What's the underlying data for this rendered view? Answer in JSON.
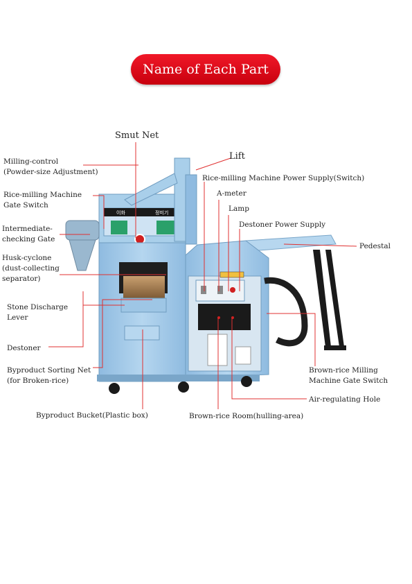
{
  "banner": {
    "title": "Name of Each Part"
  },
  "labels": {
    "smut_net": "Smut Net",
    "lift": "Lift",
    "milling_control": "Milling-control\n(Powder-size Adjustment)",
    "rice_milling_gate": "Rice-milling Machine\nGate Switch",
    "intermediate_gate": "Intermediate-\nchecking Gate",
    "husk_cyclone": "Husk-cyclone\n(dust-collecting\nseparator)",
    "stone_discharge": "Stone Discharge\nLever",
    "destoner": "Destoner",
    "byproduct_net": "Byproduct Sorting Net\n(for Broken-rice)",
    "byproduct_bucket": "Byproduct Bucket(Plastic box)",
    "power_supply": "Rice-milling Machine Power Supply(Switch)",
    "a_meter": "A-meter",
    "lamp": "Lamp",
    "destoner_power": "Destoner Power Supply",
    "pedestal": "Pedestal",
    "brown_rice_gate": "Brown-rice Milling\nMachine Gate Switch",
    "air_hole": "Air-regulating Hole",
    "brown_rice_room": "Brown-rice Room(hulling-area)"
  },
  "machine": {
    "brand_text": "이화",
    "model_text": "정미기"
  },
  "colors": {
    "banner": "#e0101e",
    "machine_body": "#a9cfea",
    "machine_dark": "#6f9cc0",
    "leader_line": "#e03030"
  }
}
